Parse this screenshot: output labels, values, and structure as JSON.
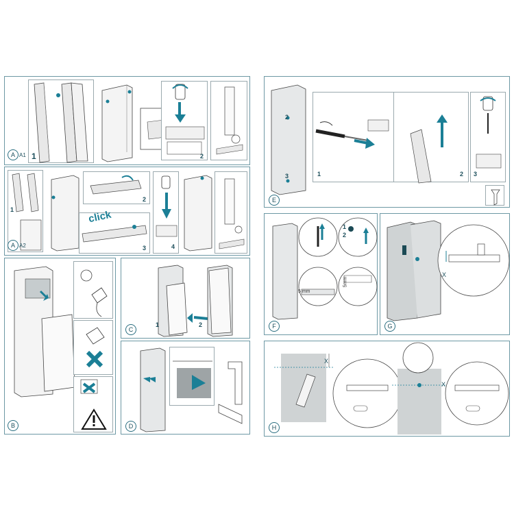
{
  "panels": {
    "A1": {
      "letter": "A",
      "sub": "A1",
      "steps": [
        "1",
        "2"
      ]
    },
    "A2": {
      "letter": "A",
      "sub": "A2",
      "steps": [
        "1",
        "2",
        "3",
        "4"
      ],
      "click_text": "click"
    },
    "B": {
      "letter": "B"
    },
    "C": {
      "letter": "C",
      "steps": [
        "1",
        "2"
      ]
    },
    "D": {
      "letter": "D"
    },
    "E": {
      "letter": "E",
      "steps": [
        "1",
        "2",
        "3"
      ]
    },
    "F": {
      "letter": "F",
      "measure1": "5 mm",
      "measure2": "5mm",
      "callouts": [
        "1",
        "2"
      ]
    },
    "G": {
      "letter": "G",
      "dim": "X"
    },
    "H": {
      "letter": "H",
      "dim1": "X",
      "dim2": "X"
    }
  },
  "colors": {
    "accent": "#1b7f96",
    "border": "#6c98a4",
    "cabinet": "#cfd3d4",
    "line": "#3a3a3a"
  },
  "icons": [
    "screwdriver-icon",
    "arrow-icon",
    "plug-icon",
    "warning-icon",
    "cross-icon",
    "screw-icon"
  ]
}
